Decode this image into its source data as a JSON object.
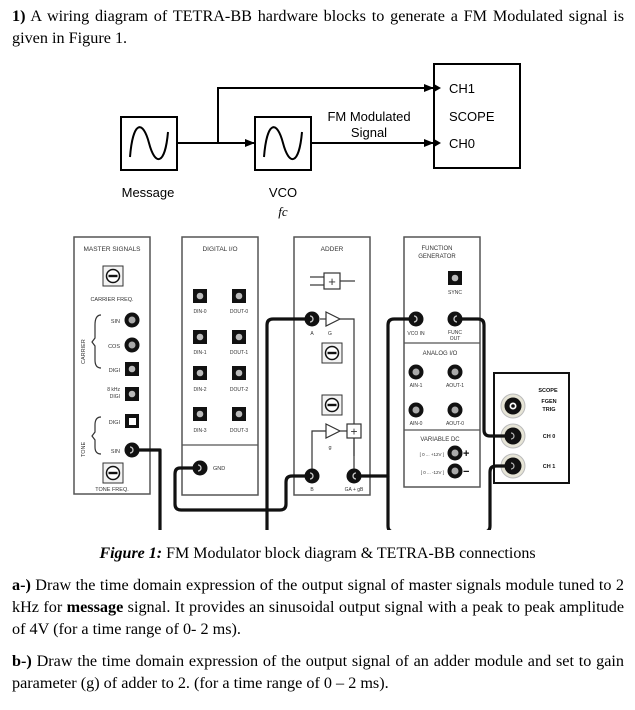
{
  "question1": {
    "number": "1)",
    "text": " A wiring diagram of TETRA-BB hardware blocks to generate a FM Modulated signal is given in Figure 1."
  },
  "block_diagram": {
    "message_label": "Message",
    "vco_label": "VCO",
    "vco_param": "fc",
    "fm_label_line1": "FM Modulated",
    "fm_label_line2": "Signal",
    "scope_label": "SCOPE",
    "ch1_label": "CH1",
    "ch0_label": "CH0"
  },
  "hardware": {
    "master_signals": {
      "title": "MASTER SIGNALS",
      "carrier_freq": "CARRIER FREQ.",
      "carrier_group": "CARRIER",
      "sin": "SIN",
      "cos": "COS",
      "digi": "DIGI",
      "khz8_line1": "8 kHz",
      "khz8_line2": "DIGI",
      "tone_group": "TONE",
      "tone_digi": "DIGI",
      "tone_sin": "SIN",
      "tone_freq": "TONE FREQ."
    },
    "digital_io": {
      "title": "DIGITAL I/O",
      "din0": "DIN-0",
      "dout0": "DOUT-0",
      "din1": "DIN-1",
      "dout1": "DOUT-1",
      "din2": "DIN-2",
      "dout2": "DOUT-2",
      "din3": "DIN-3",
      "dout3": "DOUT-3",
      "gnd": "GND"
    },
    "adder": {
      "title": "ADDER",
      "input_a": "A",
      "gain_g_upper": "G",
      "gain_g_lower": "g",
      "input_b": "B",
      "output": "GA + gB"
    },
    "function_generator": {
      "title_line1": "FUNCTION",
      "title_line2": "GENERATOR",
      "sync": "SYNC",
      "vco_in": "VCO IN",
      "func_out_line1": "FUNC",
      "func_out_line2": "OUT"
    },
    "analog_io": {
      "title": "ANALOG I/O",
      "ain1": "AIN-1",
      "aout1": "AOUT-1",
      "ain0": "AIN-0",
      "aout0": "AOUT-0"
    },
    "variable_dc": {
      "title": "VARIABLE DC",
      "pos_range": "[ 0 ... +12V ]",
      "neg_range": "[ 0 ... -12V ]",
      "plus": "+",
      "minus": "−"
    },
    "scope": {
      "title": "SCOPE",
      "fgen_line1": "FGEN",
      "fgen_line2": "TRIG",
      "ch0": "CH 0",
      "ch1": "CH 1"
    }
  },
  "caption": {
    "label": "Figure 1:",
    "text": " FM Modulator block diagram & TETRA-BB connections"
  },
  "question_a": {
    "label": "a-)",
    "text1": " Draw the time domain expression of the output signal of master signals module tuned to 2 kHz for ",
    "bold_word": "message",
    "text2": " signal. It provides an sinusoidal output signal with a peak to peak amplitude of 4V (for a time range of 0- 2 ms)."
  },
  "question_b": {
    "label": "b-)",
    "text": " Draw the time domain expression of the output signal of an adder module and set to gain parameter (g) of adder to 2.  (for a time range of 0 – 2 ms)."
  }
}
